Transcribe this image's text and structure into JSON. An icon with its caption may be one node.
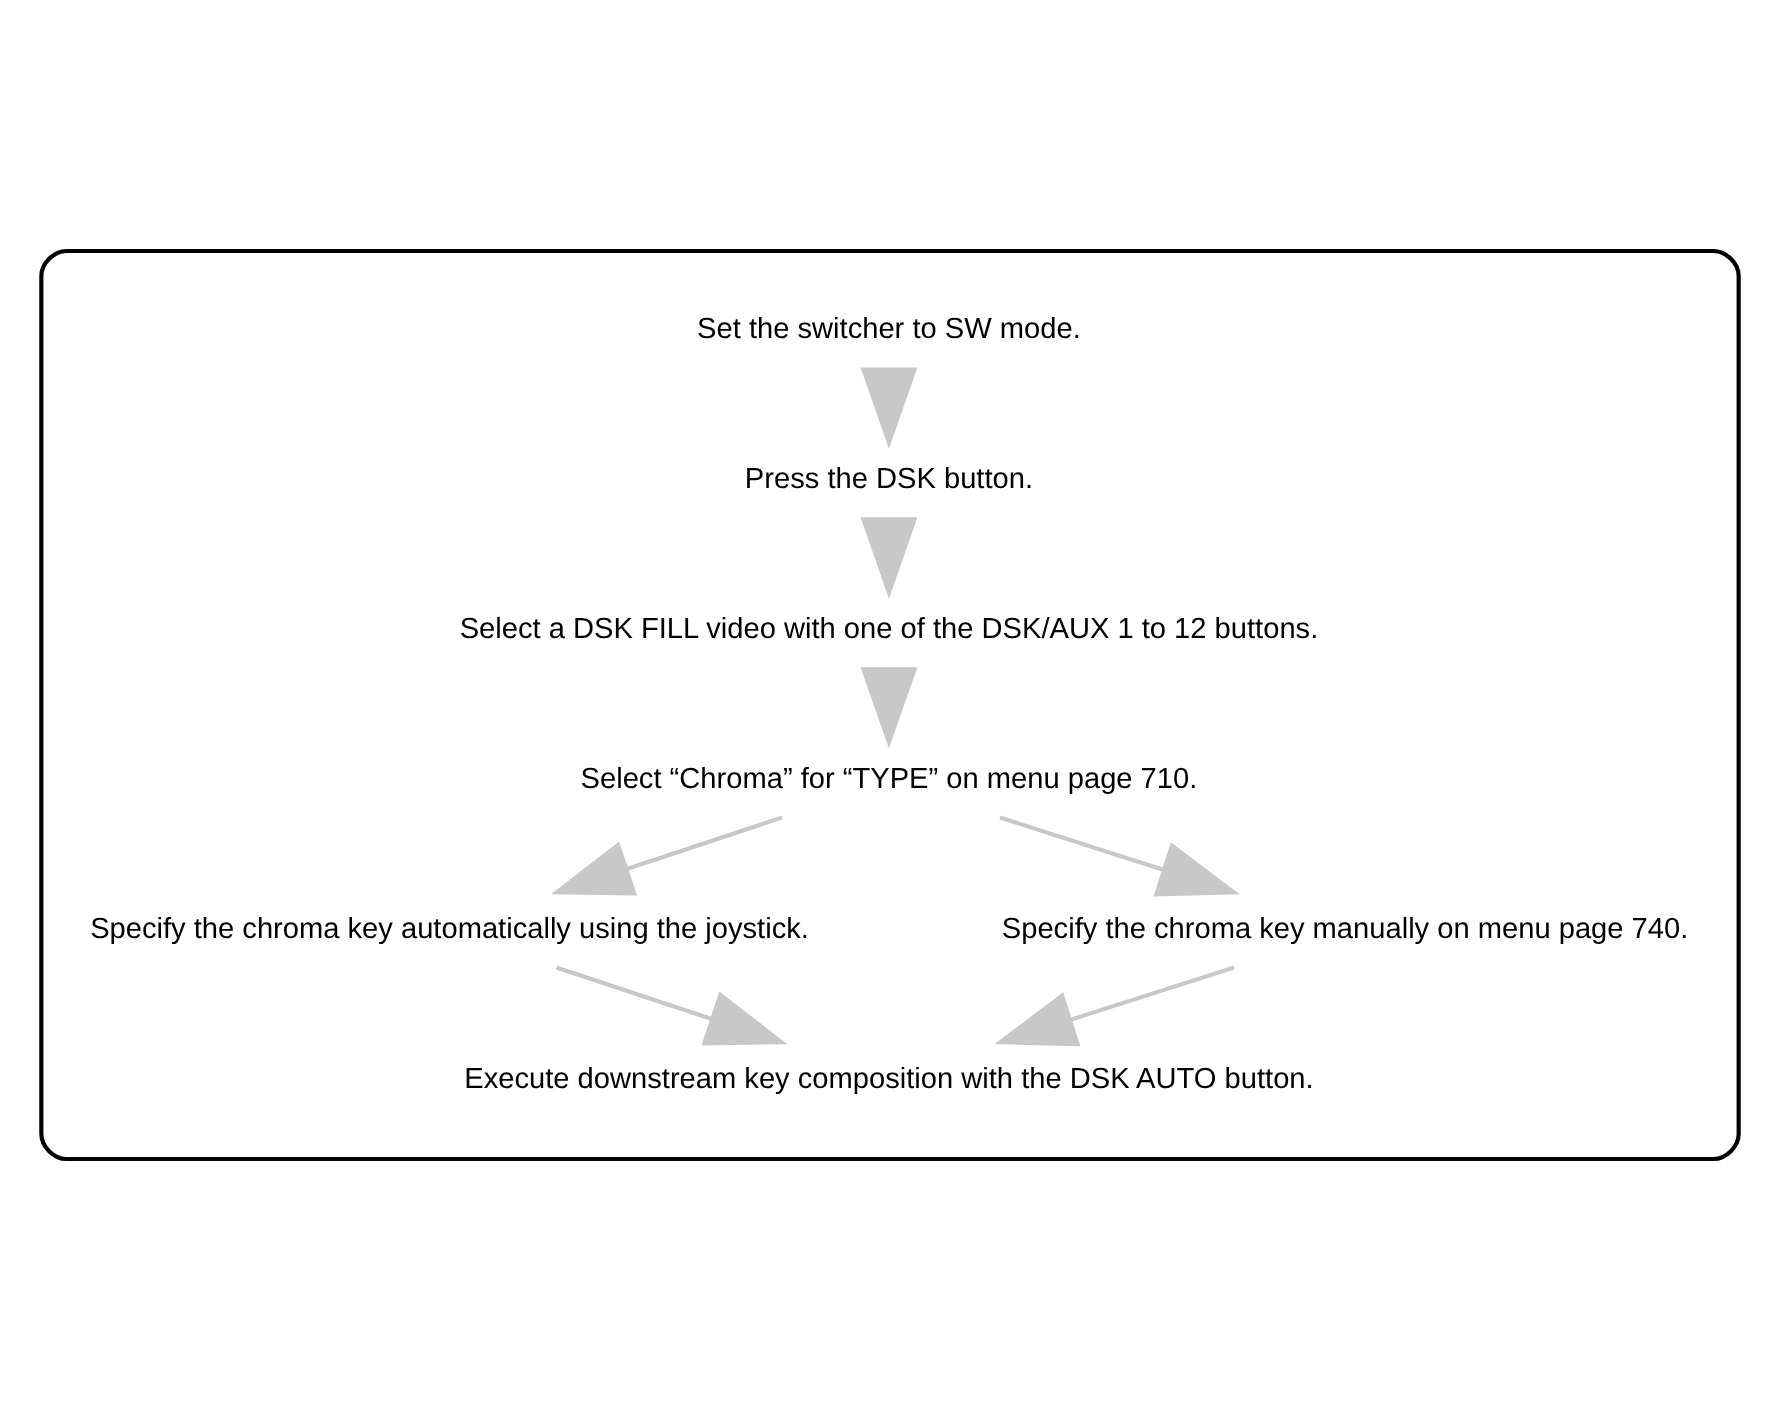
{
  "diagram": {
    "nodes": [
      {
        "text": [],
        "shape": "box"
      },
      {
        "text": [
          "Set the switcher to SW mode."
        ],
        "in": 0
      },
      {
        "text": [
          "Press the DSK button."
        ],
        "in": 0
      },
      {
        "text": [
          "Select a DSK FILL video with one of the DSK/AUX 1 to 12 buttons."
        ],
        "in": 0
      },
      {
        "text": [
          "Select “Chroma” for “TYPE” on menu page 710."
        ],
        "in": 0
      },
      {
        "text": [
          "Specify the chroma key automatically using the joystick."
        ],
        "in": 0
      },
      {
        "text": [
          "Specify the chroma key manually on menu page 740."
        ],
        "in": 0
      },
      {
        "text": [
          "Execute downstream key composition with the DSK AUTO button."
        ],
        "in": 0
      }
    ],
    "edges": [
      {
        "from": 1,
        "to": 2,
        "arrow": "to"
      },
      {
        "from": 2,
        "to": 3,
        "arrow": "to"
      },
      {
        "from": 3,
        "to": 4,
        "arrow": "to"
      },
      {
        "from": 4,
        "to": 5,
        "arrow": "to"
      },
      {
        "from": 4,
        "to": 6,
        "arrow": "to"
      },
      {
        "from": 5,
        "to": 7,
        "arrow": "to"
      },
      {
        "from": 6,
        "to": 7,
        "arrow": "to"
      }
    ]
  }
}
